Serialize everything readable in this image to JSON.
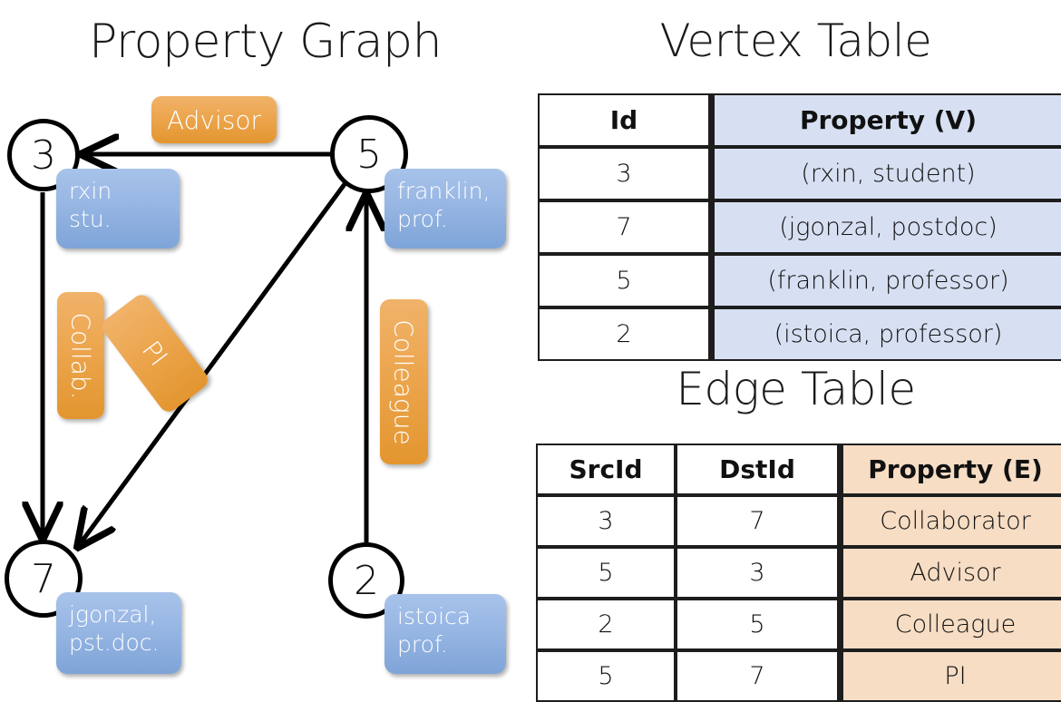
{
  "titles": {
    "property_graph": "Property Graph",
    "vertex_table": "Vertex Table",
    "edge_table": "Edge Table"
  },
  "graph": {
    "nodes": [
      {
        "id": "3",
        "property_lines": [
          "rxin",
          "stu."
        ]
      },
      {
        "id": "5",
        "property_lines": [
          "franklin,",
          "prof."
        ]
      },
      {
        "id": "7",
        "property_lines": [
          "jgonzal,",
          "pst.doc."
        ]
      },
      {
        "id": "2",
        "property_lines": [
          "istoica",
          "prof."
        ]
      }
    ],
    "edge_labels": [
      {
        "name": "advisor",
        "text": "Advisor"
      },
      {
        "name": "collab",
        "text": "Collab."
      },
      {
        "name": "pi",
        "text": "PI"
      },
      {
        "name": "colleague",
        "text": "Colleague"
      }
    ]
  },
  "vertex_table": {
    "headers": [
      "Id",
      "Property (V)"
    ],
    "rows": [
      {
        "id": "3",
        "property": "(rxin, student)"
      },
      {
        "id": "7",
        "property": "(jgonzal, postdoc)"
      },
      {
        "id": "5",
        "property": "(franklin, professor)"
      },
      {
        "id": "2",
        "property": "(istoica, professor)"
      }
    ]
  },
  "edge_table": {
    "headers": [
      "SrcId",
      "DstId",
      "Property (E)"
    ],
    "rows": [
      {
        "src": "3",
        "dst": "7",
        "property": "Collaborator"
      },
      {
        "src": "5",
        "dst": "3",
        "property": "Advisor"
      },
      {
        "src": "2",
        "dst": "5",
        "property": "Colleague"
      },
      {
        "src": "5",
        "dst": "7",
        "property": "PI"
      }
    ]
  },
  "colors": {
    "vertex_property_fill": "#d7e0f2",
    "edge_property_fill": "#f6ddc4",
    "node_box_blue": "#97b6e3",
    "edge_label_orange": "#eda751",
    "stroke": "#1d1d1d"
  }
}
